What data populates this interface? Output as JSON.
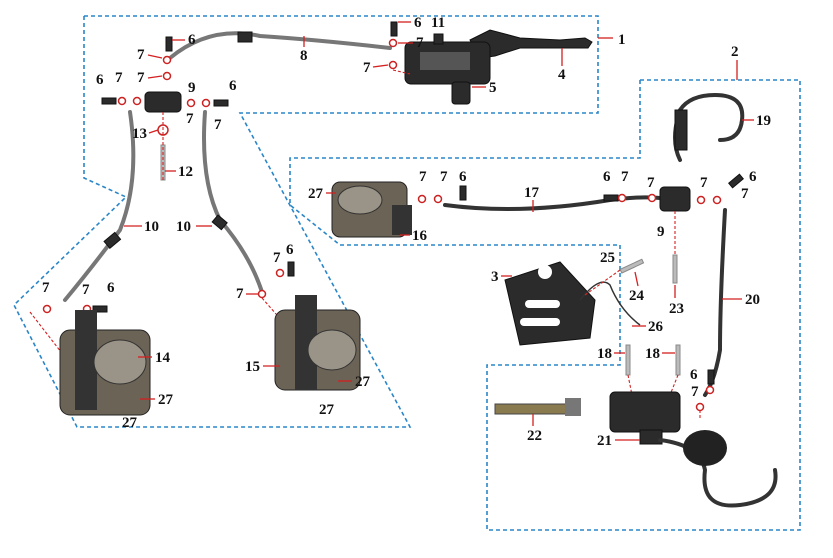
{
  "callouts": {
    "c1": "1",
    "c2": "2",
    "c3": "3",
    "c4": "4",
    "c5": "5",
    "c6": "6",
    "c7": "7",
    "c8": "8",
    "c9": "9",
    "c10": "10",
    "c11": "11",
    "c12": "12",
    "c13": "13",
    "c14": "14",
    "c15": "15",
    "c16": "16",
    "c17": "17",
    "c18": "18",
    "c19": "19",
    "c20": "20",
    "c21": "21",
    "c22": "22",
    "c23": "23",
    "c24": "24",
    "c25": "25",
    "c26": "26",
    "c27": "27"
  },
  "colors": {
    "group_outline": "#2a86c8",
    "leader": "#d42020",
    "part": "#2b2b2b"
  }
}
